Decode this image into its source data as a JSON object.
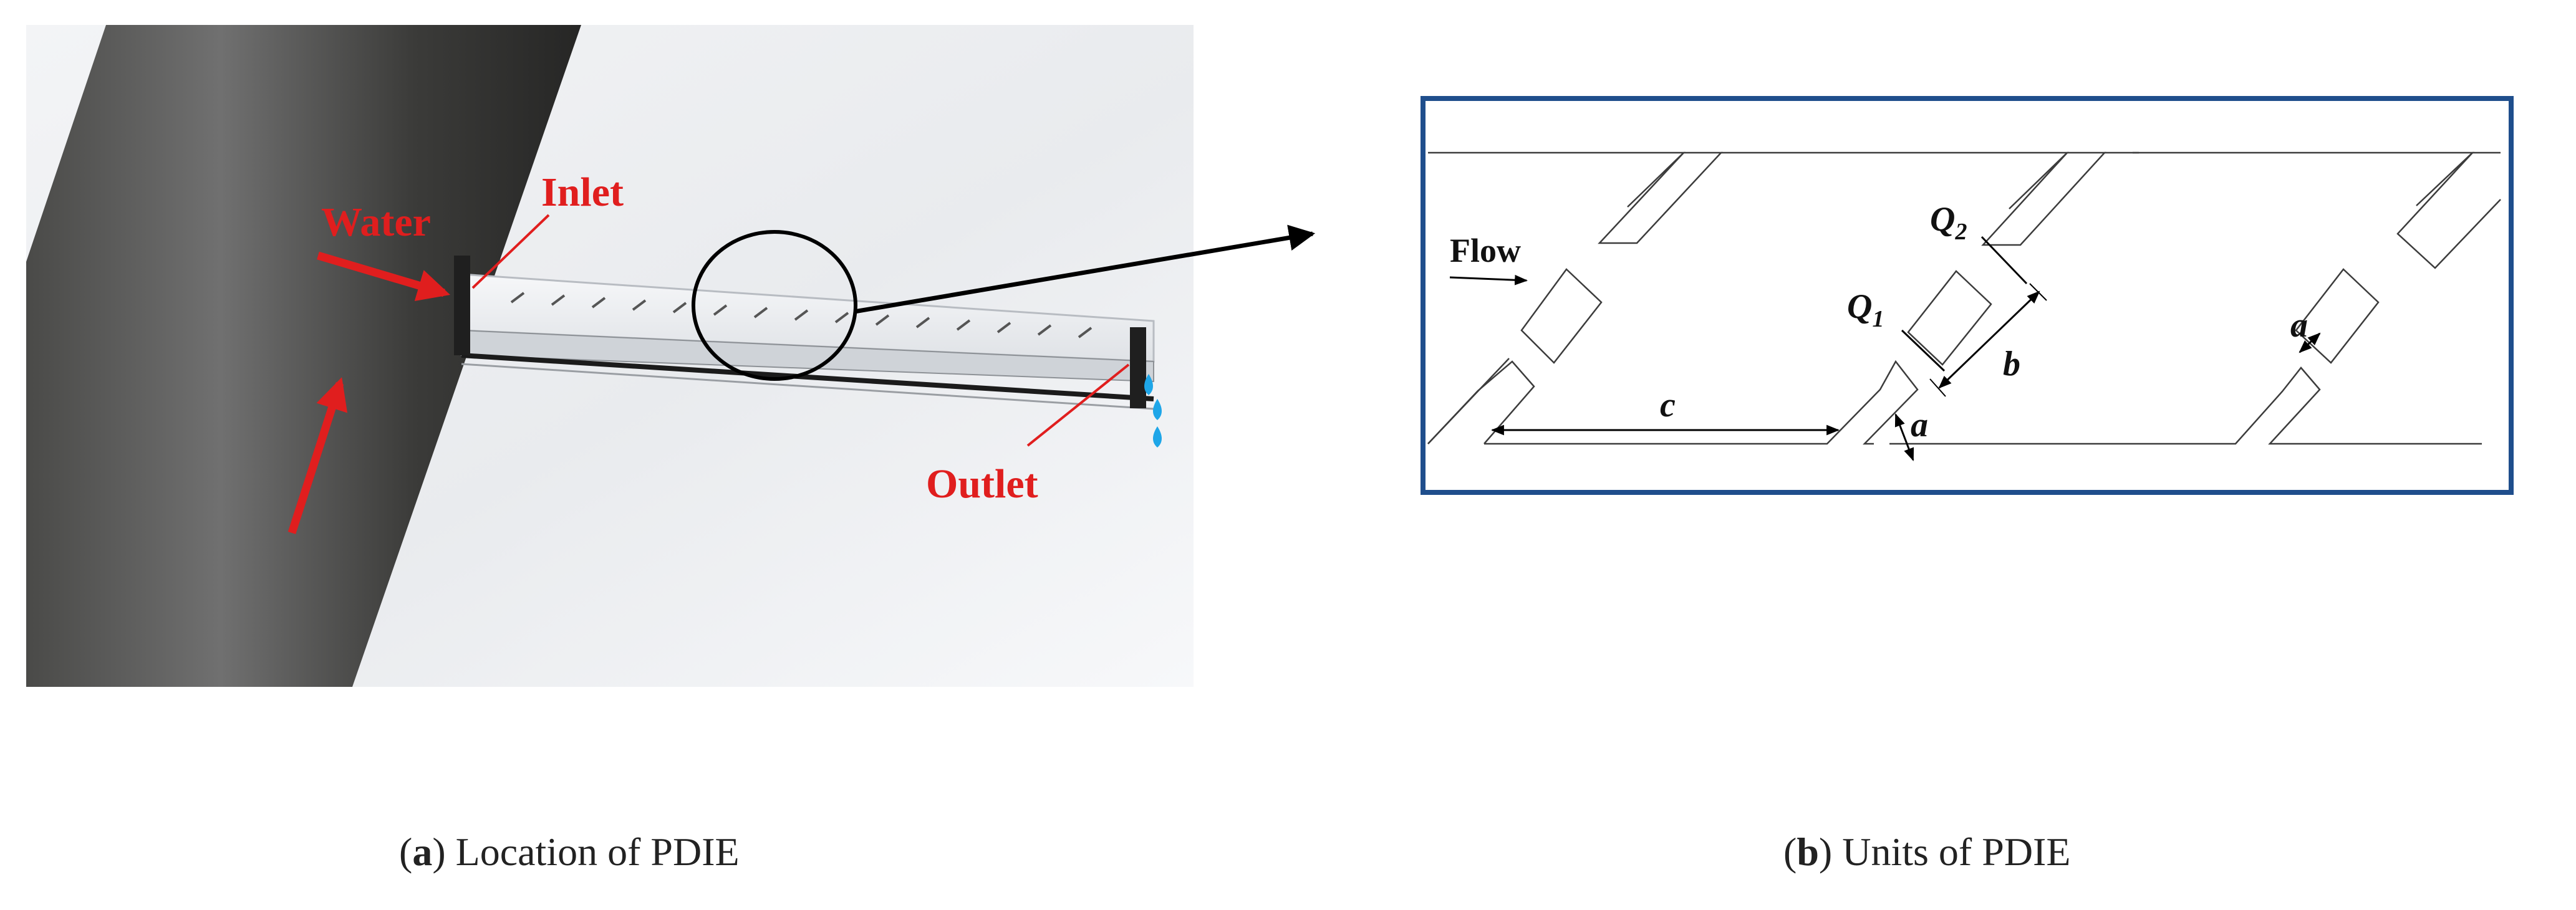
{
  "panel_a": {
    "labels": {
      "water": "Water",
      "inlet": "Inlet",
      "outlet": "Outlet"
    },
    "colors": {
      "annotation": "#e01e1e",
      "droplet": "#1ea6e8",
      "pipe": "#3a3a38"
    }
  },
  "panel_b": {
    "frame_color": "#1f4e8c",
    "labels": {
      "flow": "Flow",
      "q1_main": "Q",
      "q1_sub": "1",
      "q2_main": "Q",
      "q2_sub": "2",
      "a_left": "a",
      "a_right": "a",
      "b": "b",
      "c": "c"
    }
  },
  "captions": {
    "a": {
      "letter": "a",
      "text": " Location of PDIE"
    },
    "b": {
      "letter": "b",
      "text": " Units of PDIE"
    }
  }
}
